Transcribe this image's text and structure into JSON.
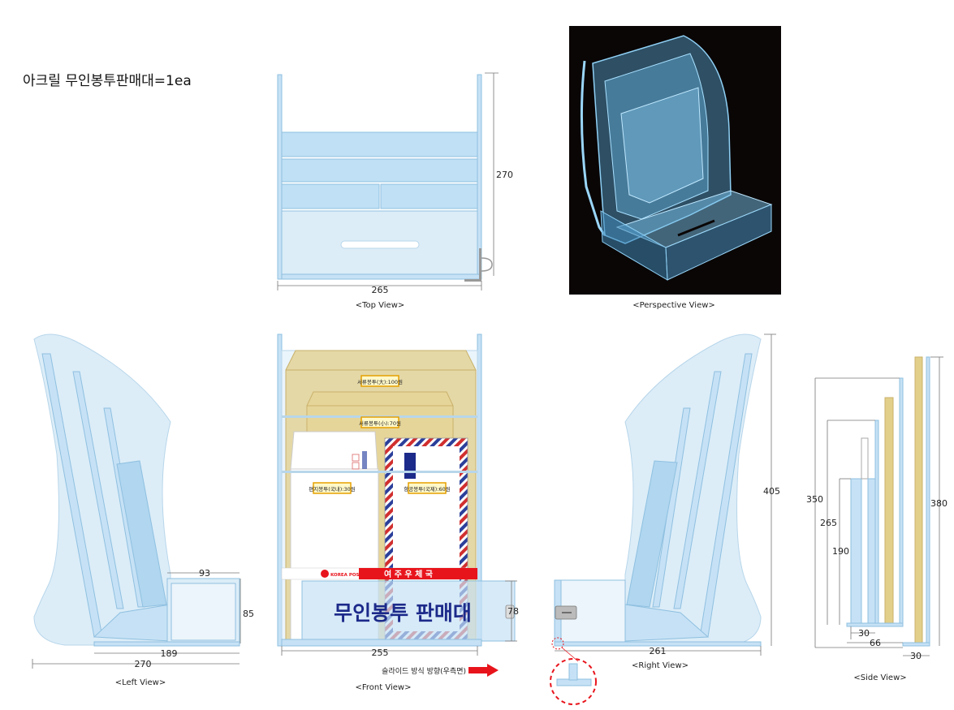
{
  "title": "아크릴 무인봉투판매대=1ea",
  "views": {
    "top": "<Top View>",
    "perspective": "<Perspective View>",
    "left": "<Left View>",
    "front": "<Front View>",
    "right": "<Right View>",
    "side": "<Side View>"
  },
  "dimensions": {
    "top_height": "270",
    "top_width": "265",
    "left_box_width": "93",
    "left_box_height": "85",
    "left_base": "189",
    "left_total": "270",
    "front_width": "255",
    "front_slot": "78",
    "right_height": "405",
    "right_base": "261",
    "side_350": "350",
    "side_265": "265",
    "side_190": "190",
    "side_30a": "30",
    "side_66": "66",
    "side_380": "380",
    "side_30b": "30"
  },
  "front": {
    "envelope_1": "서류봉투(大):100원",
    "envelope_2": "서류봉투(小):70원",
    "envelope_3": "편지봉투(국내):30원",
    "envelope_4": "항공봉투(국제):60원",
    "post_brand": "KOREA POST",
    "post_office": "여 주 우 체 국",
    "sign": "무인봉투 판매대",
    "slide_note": "슬라이드 방식 방향(우측면)"
  },
  "colors": {
    "acrylic_fill": "#c6e1f5",
    "acrylic_edge": "#8fc0e0",
    "kraft": "#e2cf8a",
    "red": "#e8141c",
    "navy": "#1c2a8a"
  }
}
